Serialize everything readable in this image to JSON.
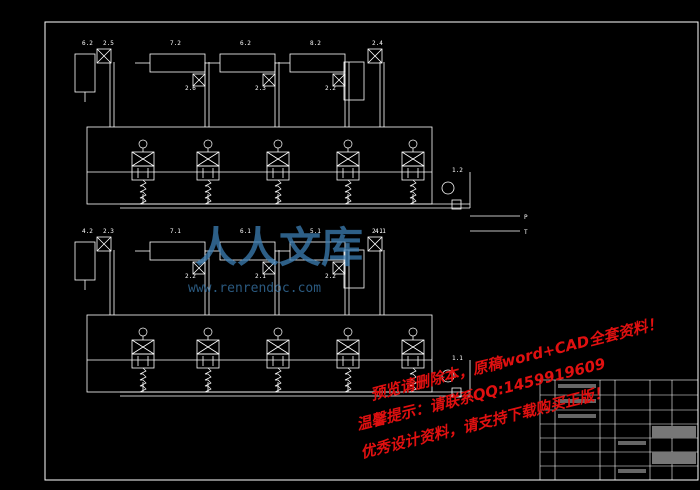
{
  "drawing": {
    "colors": {
      "background": "#000000",
      "frame": "#ffffff",
      "circuit": "#ffffff",
      "watermark_red": "#e01010",
      "watermark_blue": "#3d7fb5"
    },
    "top_row": {
      "cylinder_labels": [
        "6.2",
        "7.2",
        "6.2",
        "8.2",
        "",
        ""
      ],
      "check_valve_labels": [
        "2.5",
        "2.6",
        "2.3",
        "2.2",
        "2.4"
      ],
      "pump_label": "1.2"
    },
    "bottom_row": {
      "cylinder_labels": [
        "4.2",
        "7.1",
        "6.1",
        "5.1",
        "4.1"
      ],
      "check_valve_labels": [
        "2.3",
        "2.2",
        "2.1",
        "2.2",
        "2.1"
      ],
      "pump_label": "1.1"
    },
    "ports": {
      "pressure": "P",
      "tank": "T"
    }
  },
  "watermark": {
    "logo": "人人文库",
    "url": "www.renrendoc.com",
    "line1": "预览请删除本，原稿word+CAD全套资料！",
    "line2": "温馨提示：请联系QQ:1459919609",
    "line3": "优秀设计资料，请支持下载购买正版！"
  }
}
